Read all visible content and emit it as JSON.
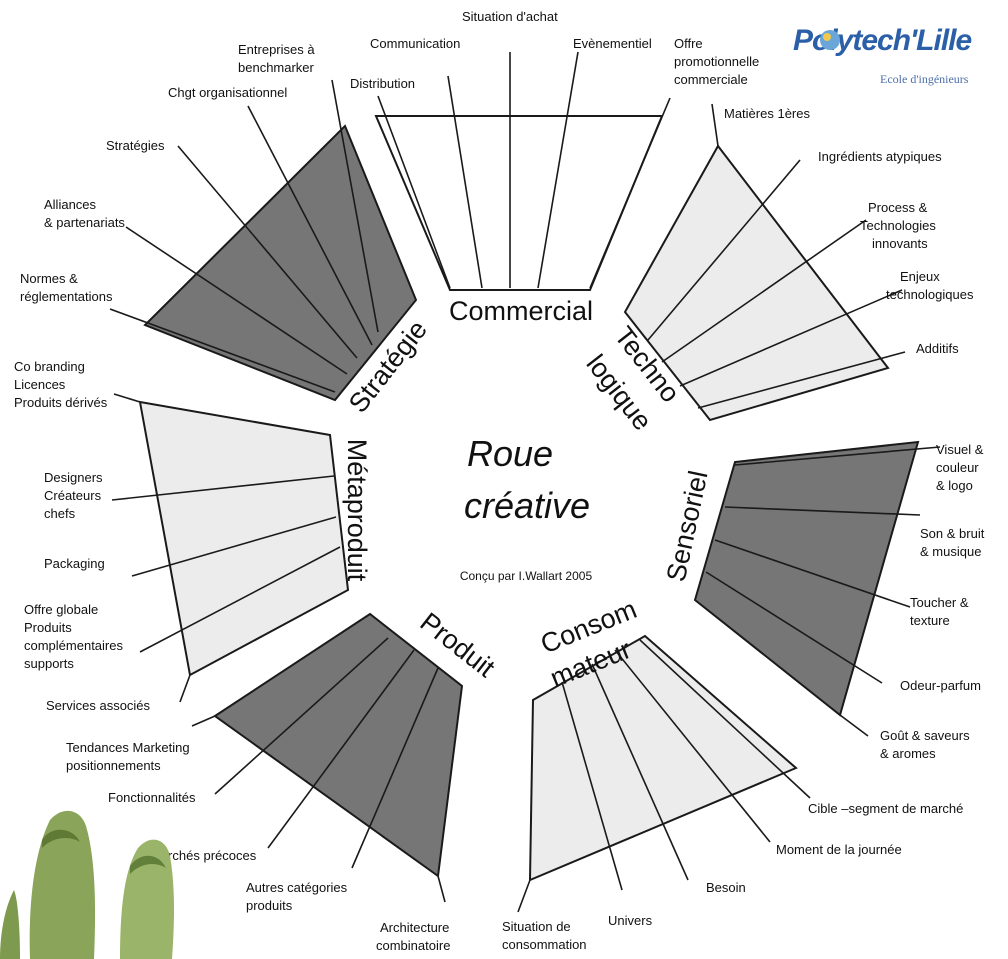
{
  "logo": {
    "word": "Polytech'Lille",
    "sub": "Ecole d'ingénieurs"
  },
  "center": {
    "title_line1": "Roue",
    "title_line2": "créative",
    "credit": "Conçu par I.Wallart 2005"
  },
  "sectors": {
    "commercial": {
      "name": "Commercial",
      "labels": [
        "Distribution",
        "Communication",
        "Situation d'achat",
        "Evènementiel",
        "Offre",
        "promotionnelle",
        "commerciale"
      ]
    },
    "technologique": {
      "name_line1": "Techno",
      "name_line2": "logique",
      "labels": [
        "Matières 1ères",
        "Ingrédients atypiques",
        "Process &",
        "Technologies",
        "innovants",
        "Enjeux",
        "technologiques",
        "Additifs"
      ]
    },
    "sensoriel": {
      "name": "Sensoriel",
      "labels": [
        "Visuel &",
        "couleur",
        "& logo",
        "Son & bruit",
        "& musique",
        "Toucher &",
        "texture",
        "Odeur-parfum",
        "Goût & saveurs",
        "& aromes"
      ]
    },
    "consommateur": {
      "name_line1": "Consom",
      "name_line2": "mateur",
      "labels": [
        "Cible –segment de marché",
        "Moment de la journée",
        "Besoin",
        "Univers",
        "Situation de",
        "consommation"
      ]
    },
    "produit": {
      "name": "Produit",
      "labels": [
        "Tendances Marketing",
        "positionnements",
        "Fonctionnalités",
        "Marchés précoces",
        "Autres catégories",
        "produits",
        "Architecture",
        "combinatoire"
      ]
    },
    "metaproduit": {
      "name": "Métaproduit",
      "labels": [
        "Co branding",
        "Licences",
        "Produits dérivés",
        "Designers",
        "Créateurs",
        "chefs",
        "Packaging",
        "Offre globale",
        "Produits",
        "complémentaires",
        "supports",
        "Services associés"
      ]
    },
    "strategie": {
      "name": "Stratégie",
      "labels": [
        "Entreprises à",
        "benchmarker",
        "Chgt organisationnel",
        "Stratégies",
        "Alliances",
        "& partenariats",
        "Normes &",
        "réglementations"
      ]
    }
  },
  "colors": {
    "dark_sector": "#767676",
    "light_sector": "#ececec",
    "outline": "#1a1a1a",
    "logo_blue": "#2b5fa8"
  }
}
